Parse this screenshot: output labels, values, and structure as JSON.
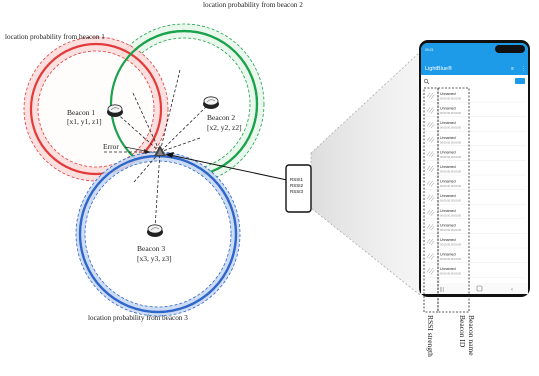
{
  "labels": {
    "beacon2_prob": "location probability from beacon 2",
    "beacon1_prob": "location probability from beacon 1",
    "beacon3_prob": "location probability from beacon 3",
    "beacon1_name": "Beacon 1",
    "beacon1_coords": "[x1, y1, z1]",
    "beacon2_name": "Beacon 2",
    "beacon2_coords": "[x2, y2, z2]",
    "beacon3_name": "Beacon 3",
    "beacon3_coords": "[x3, y3, z3]",
    "error": "Error",
    "rssi_box": [
      "RSSI1",
      "RSSI2",
      "RSSI3"
    ],
    "side_label_1a": "Beacon name",
    "side_label_1b": "Beacon ID",
    "side_label_2": "RSSI strength"
  },
  "phone": {
    "app_title": "LightBlue®",
    "status_time": "09:21",
    "search_icon": "search-icon",
    "filter_label": "≡",
    "device_name": "Unnamed",
    "device_id": "00:00:00:00:00:00",
    "rows": 13,
    "nav_icons": [
      "recent-apps-icon",
      "home-icon",
      "back-icon"
    ]
  },
  "colors": {
    "beacon1": "#e23b3b",
    "beacon1_fill": "#fbd5d5",
    "beacon2": "#1aa34a",
    "beacon2_fill": "#dff4e3",
    "beacon3": "#2f66c9",
    "beacon3_fill": "#c7d8f3",
    "app_bar": "#1e9be8"
  }
}
